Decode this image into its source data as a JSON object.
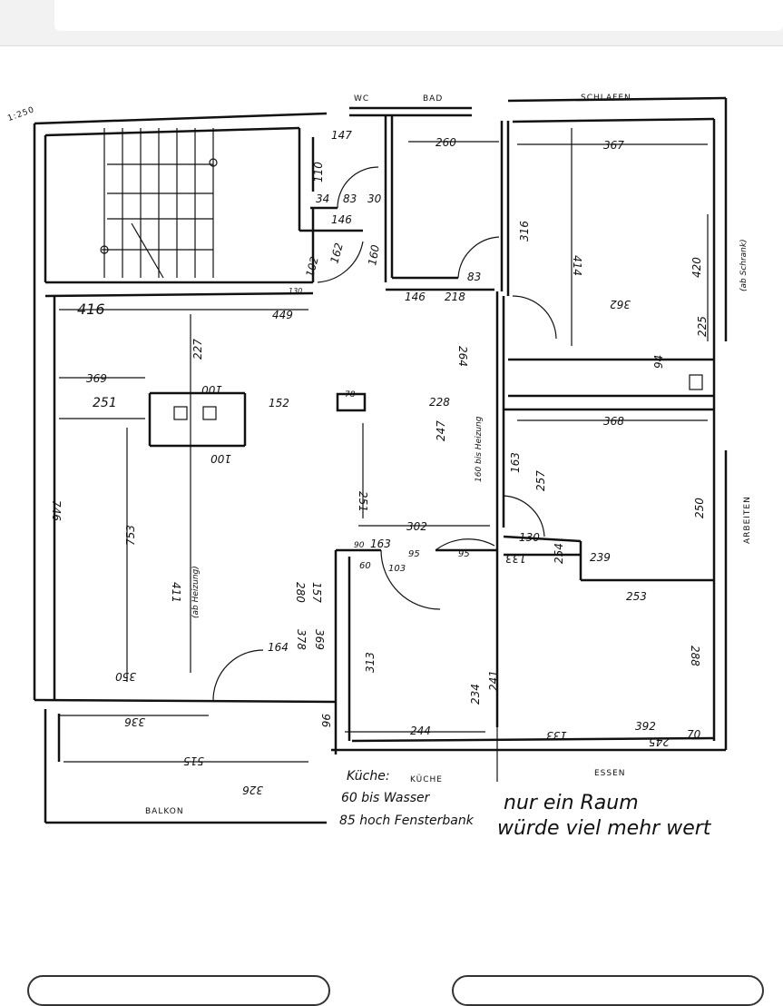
{
  "scale": "1:250",
  "rooms": {
    "wc": "WC",
    "bad": "BAD",
    "schlafen": "SCHLAFEN",
    "kueche": "KÜCHE",
    "essen": "ESSEN",
    "balkon": "BALKON",
    "arbeiten": "ARBEITEN"
  },
  "notes": {
    "kueche_title": "Küche:",
    "kueche_line1": "60 bis Wasser",
    "kueche_line2": "85 hoch Fensterbank",
    "comment_line1": "nur ein Raum",
    "comment_line2": "würde viel mehr wert",
    "schrank": "(ab Schrank)",
    "heizung": "160 bis Heizung",
    "heizung2": "(ab Heizung)"
  },
  "dims": [
    "147",
    "110",
    "34",
    "83",
    "30",
    "146",
    "102",
    "162",
    "160",
    "260",
    "83",
    "146",
    "218",
    "367",
    "316",
    "414",
    "420",
    "362",
    "225",
    "416",
    "449",
    "130",
    "369",
    "251",
    "100",
    "100",
    "227",
    "152",
    "78",
    "228",
    "247",
    "264",
    "163",
    "368",
    "257",
    "746",
    "753",
    "251",
    "302",
    "90",
    "163",
    "60",
    "95",
    "103",
    "95",
    "130",
    "239",
    "133",
    "253",
    "250",
    "254",
    "280",
    "157",
    "378",
    "369",
    "313",
    "244",
    "392",
    "133",
    "70",
    "288",
    "245",
    "234",
    "241",
    "515",
    "336",
    "326",
    "96",
    "350",
    "411",
    "94",
    "164"
  ]
}
